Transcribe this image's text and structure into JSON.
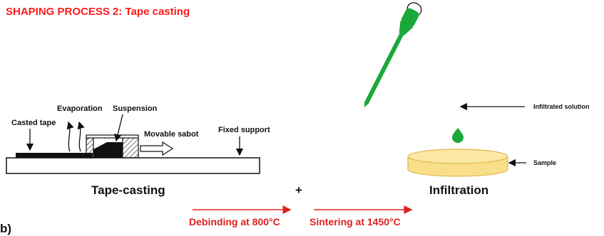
{
  "title": "SHAPING PROCESS 2: Tape casting",
  "tape_casting": {
    "labels": {
      "casted_tape": "Casted tape",
      "evaporation": "Evaporation",
      "suspension": "Suspension",
      "movable_sabot": "Movable sabot",
      "fixed_support": "Fixed support"
    },
    "caption": "Tape-casting"
  },
  "plus": "+",
  "infiltration": {
    "labels": {
      "infiltrated_solution": "Infiltrated solution",
      "sample": "Sample"
    },
    "caption": "Infiltration"
  },
  "steps": {
    "debinding": "Debinding at 800°C",
    "sintering": "Sintering at 1450°C"
  },
  "partial_label": "b)",
  "colors": {
    "title": "#ff1a1a",
    "step_text": "#e02020",
    "dropper": "#1aa83a",
    "sample_fill": "#f9df8a",
    "sample_stroke": "#e0b84a"
  }
}
